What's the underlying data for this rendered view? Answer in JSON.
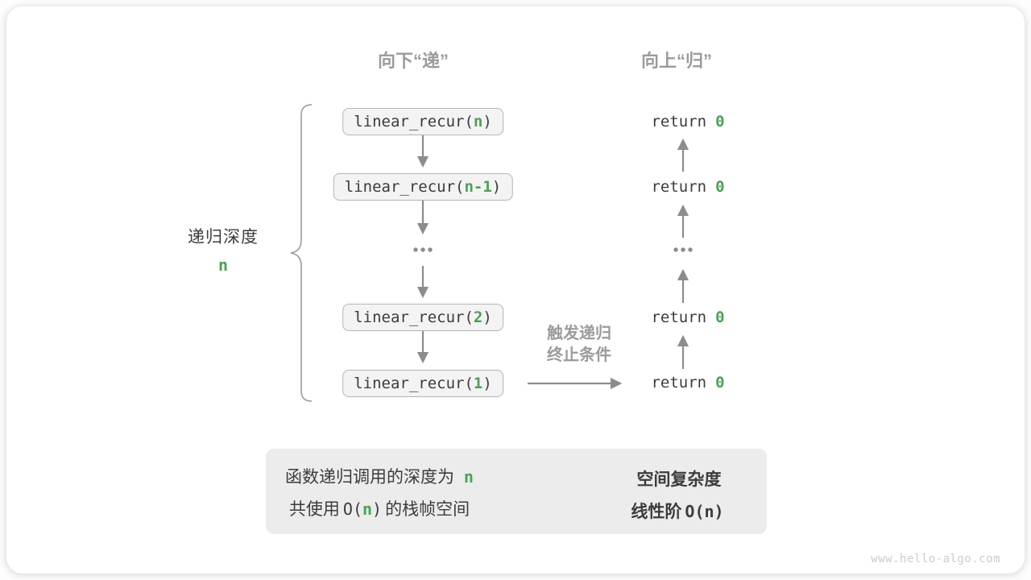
{
  "colors": {
    "green": "#4ba153",
    "blue": "#0e8fdd",
    "arrow_gray": "#8c8c8c"
  },
  "headers": {
    "down": "向下“递”",
    "up": "向上“归”"
  },
  "depth_label": {
    "title": "递归深度",
    "value": "n"
  },
  "calls": [
    {
      "pre": "linear_recur(",
      "arg": "n",
      "post": ")"
    },
    {
      "pre": "linear_recur(",
      "arg": "n-1",
      "post": ")"
    },
    {
      "pre": "linear_recur(",
      "arg": "2",
      "post": ")"
    },
    {
      "pre": "linear_recur(",
      "arg": "1",
      "post": ")"
    }
  ],
  "ellipsis": "...",
  "returns": [
    {
      "kw": "return",
      "val": "0"
    },
    {
      "kw": "return",
      "val": "0"
    },
    {
      "kw": "return",
      "val": "0"
    },
    {
      "kw": "return",
      "val": "0"
    }
  ],
  "base_case_note": {
    "line1": "触发递归",
    "line2": "终止条件"
  },
  "summary": {
    "line1": {
      "text": "函数递归调用的深度为",
      "value": "n"
    },
    "line2": {
      "prefix": "共使用",
      "code": {
        "pre": "O(",
        "arg": "n",
        "post": ")"
      },
      "suffix": "的栈帧空间"
    },
    "result": {
      "title": "空间复杂度",
      "label": "线性阶",
      "code": {
        "pre": "O(",
        "arg": "n",
        "post": ")"
      }
    }
  },
  "watermark": "www.hello-algo.com"
}
